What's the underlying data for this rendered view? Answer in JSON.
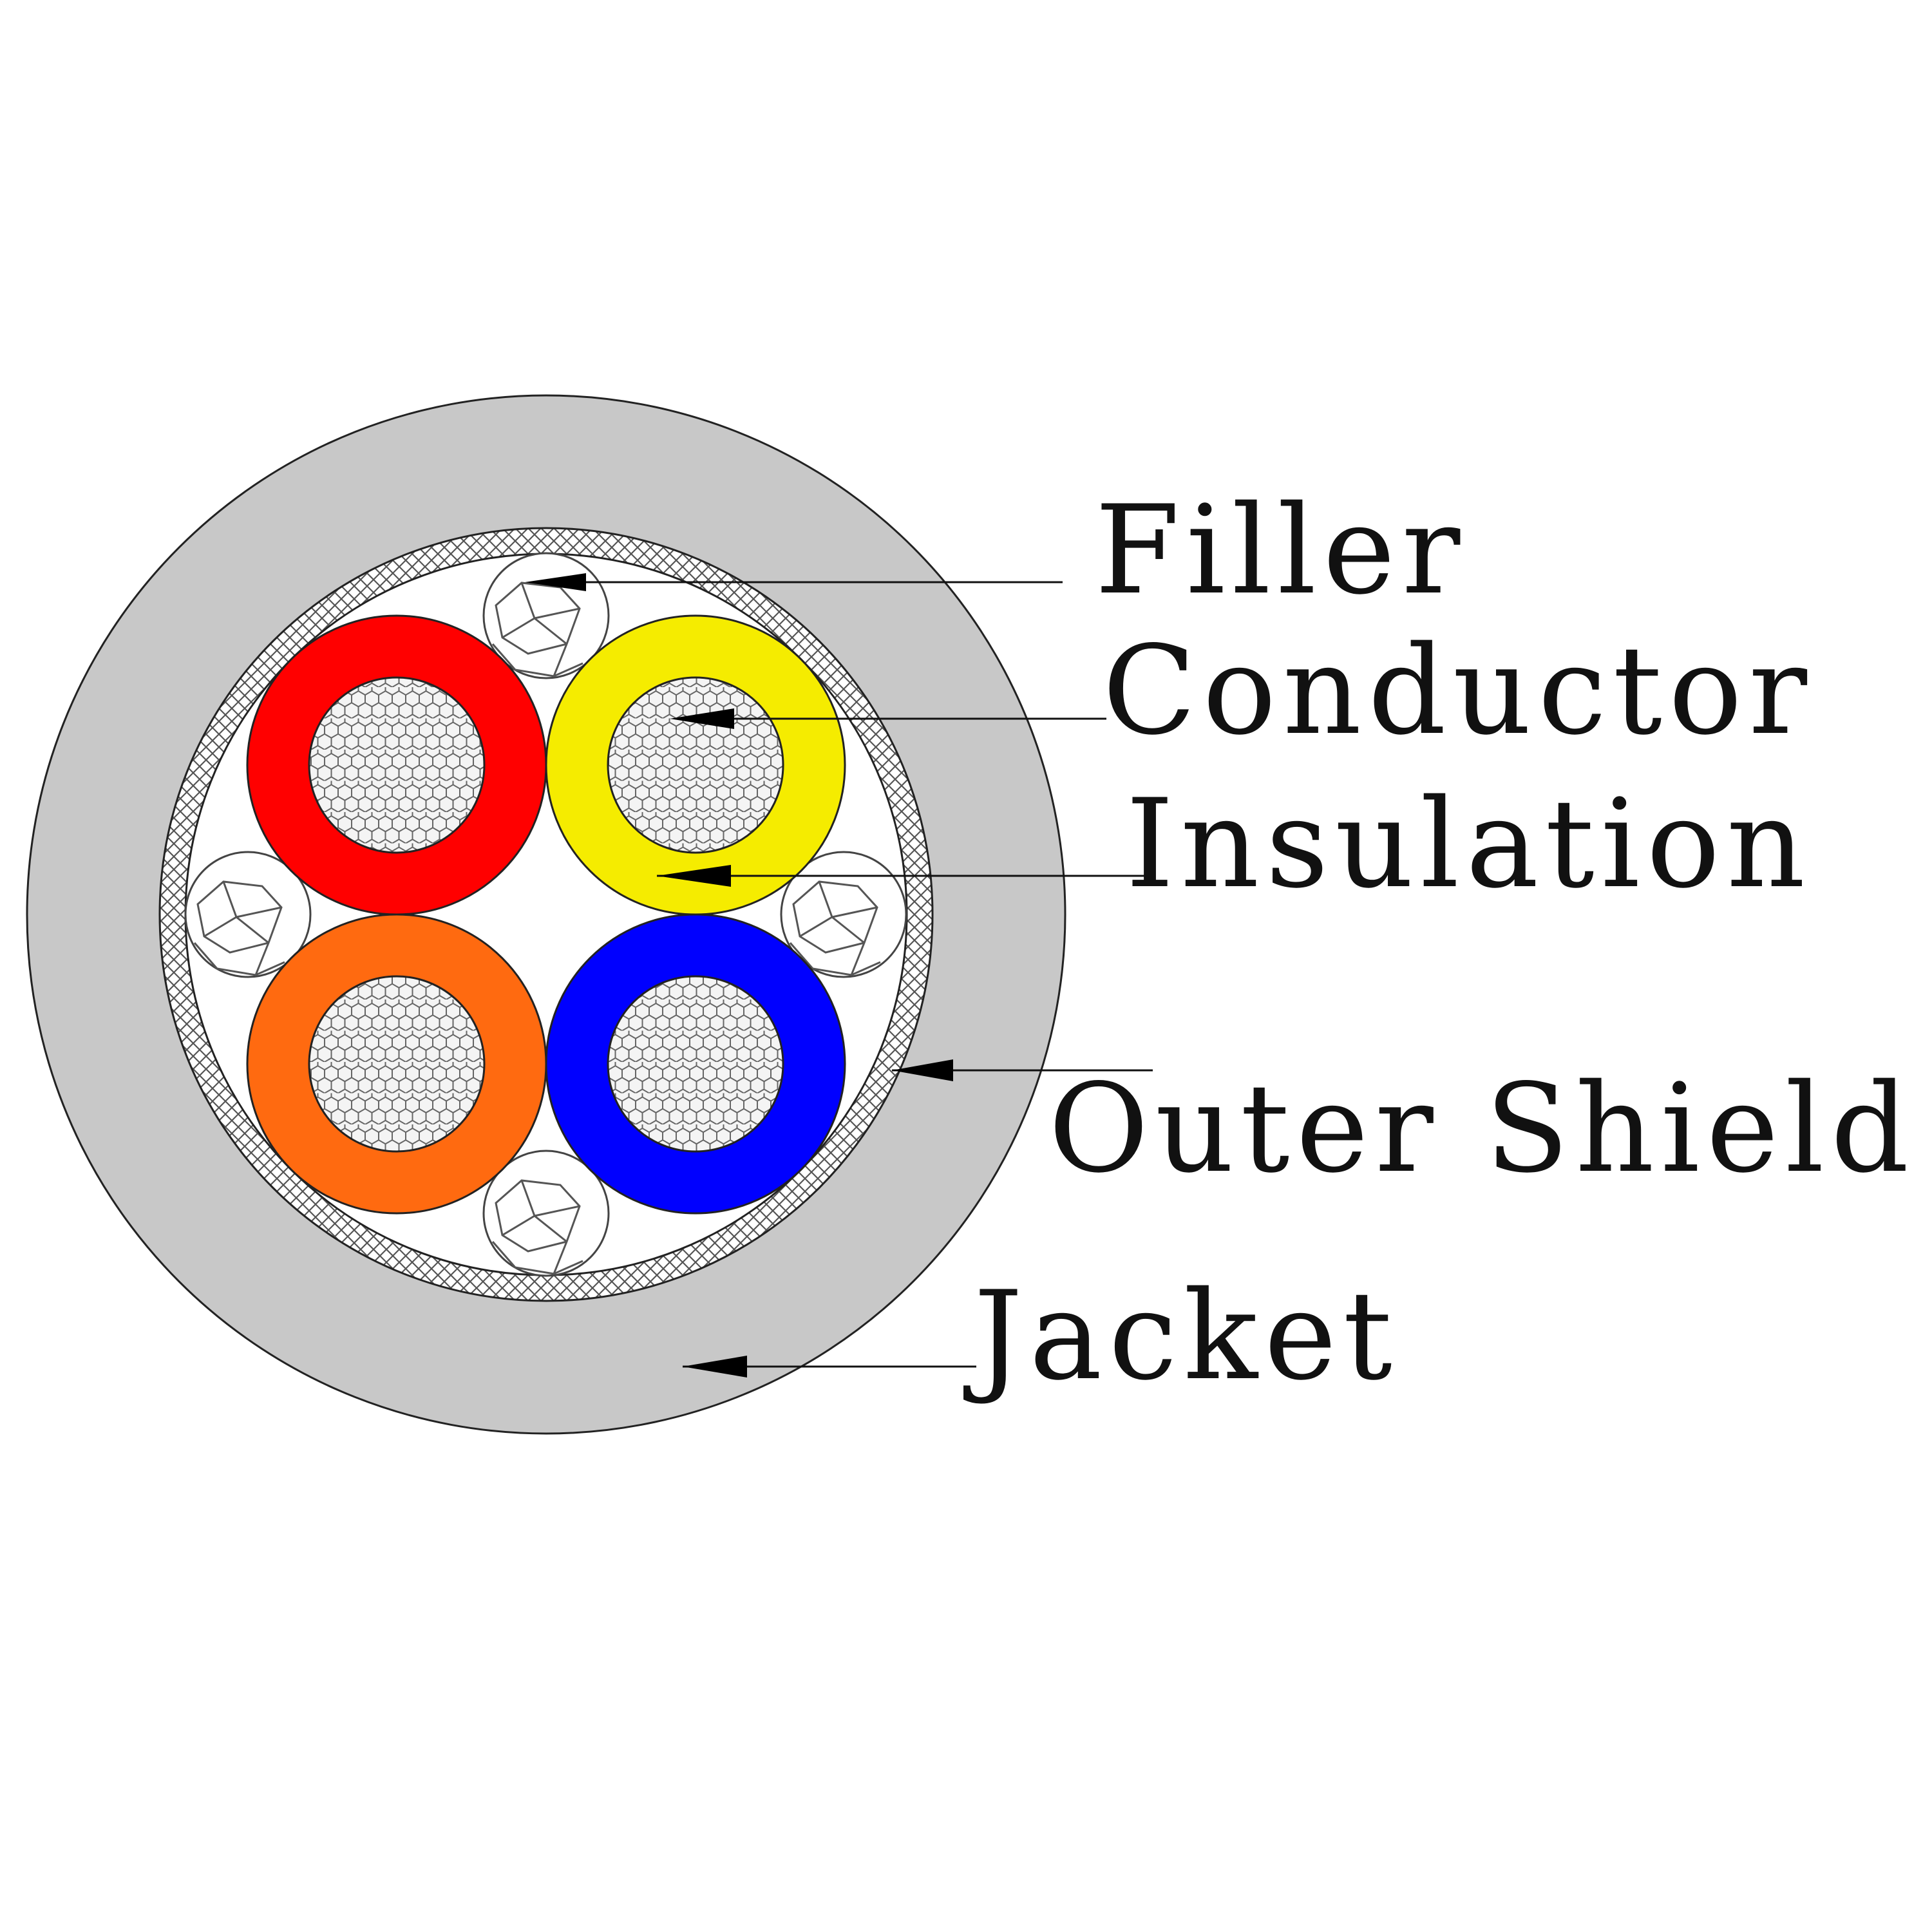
{
  "labels": {
    "filler": "Filler",
    "conductor": "Conductor",
    "insulation": "Insulation",
    "outer_shield": "Outer Shield",
    "jacket": "Jacket"
  },
  "colors": {
    "jacket": "#c8c8c8",
    "shield_fill": "#ffffff",
    "shield_mesh": "#555555",
    "core_area": "#ffffff",
    "conductor_fill": "#f4f4f4",
    "conductor_mesh": "#666666",
    "filler_outline": "#555555",
    "outline": "#222222",
    "insulation": {
      "top_left": "#ff0000",
      "top_right": "#f5ec00",
      "bottom_left": "#ff6a10",
      "bottom_right": "#0000ff"
    }
  },
  "icons": {
    "filler": "filler-strand-icon",
    "conductor": "stranded-conductor-icon"
  }
}
